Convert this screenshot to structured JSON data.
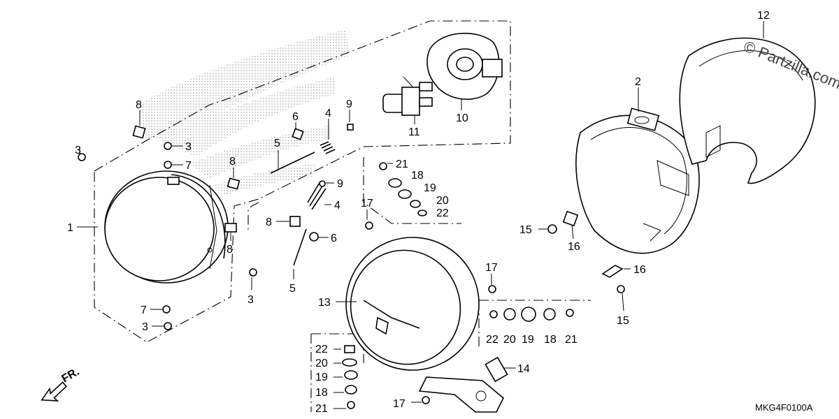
{
  "diagram": {
    "watermark": "© Partzilla.com",
    "diagram_code": "MKG4F0100A",
    "front_label": "FR.",
    "callouts": [
      {
        "id": "c12",
        "text": "12"
      },
      {
        "id": "c2",
        "text": "2"
      },
      {
        "id": "c8a",
        "text": "8"
      },
      {
        "id": "c6a",
        "text": "6"
      },
      {
        "id": "c4a",
        "text": "4"
      },
      {
        "id": "c9a",
        "text": "9"
      },
      {
        "id": "c11",
        "text": "11"
      },
      {
        "id": "c10",
        "text": "10"
      },
      {
        "id": "c3a",
        "text": "3"
      },
      {
        "id": "c3b",
        "text": "3"
      },
      {
        "id": "c7a",
        "text": "7"
      },
      {
        "id": "c5a",
        "text": "5"
      },
      {
        "id": "c8b",
        "text": "8"
      },
      {
        "id": "c1",
        "text": "1"
      },
      {
        "id": "c8c",
        "text": "8"
      },
      {
        "id": "c3c",
        "text": "3"
      },
      {
        "id": "c7b",
        "text": "7"
      },
      {
        "id": "c3d",
        "text": "3"
      },
      {
        "id": "c21a",
        "text": "21"
      },
      {
        "id": "c18a",
        "text": "18"
      },
      {
        "id": "c19a",
        "text": "19"
      },
      {
        "id": "c20a",
        "text": "20"
      },
      {
        "id": "c22a",
        "text": "22"
      },
      {
        "id": "c9b",
        "text": "9"
      },
      {
        "id": "c4b",
        "text": "4"
      },
      {
        "id": "c17a",
        "text": "17"
      },
      {
        "id": "c8d",
        "text": "8"
      },
      {
        "id": "c6b",
        "text": "6"
      },
      {
        "id": "c5b",
        "text": "5"
      },
      {
        "id": "c15a",
        "text": "15"
      },
      {
        "id": "c16a",
        "text": "16"
      },
      {
        "id": "c16b",
        "text": "16"
      },
      {
        "id": "c15b",
        "text": "15"
      },
      {
        "id": "c17b",
        "text": "17"
      },
      {
        "id": "c13",
        "text": "13"
      },
      {
        "id": "c22b",
        "text": "22"
      },
      {
        "id": "c20b",
        "text": "20"
      },
      {
        "id": "c19b",
        "text": "19"
      },
      {
        "id": "c18b",
        "text": "18"
      },
      {
        "id": "c21b",
        "text": "21"
      },
      {
        "id": "c14",
        "text": "14"
      },
      {
        "id": "c22c",
        "text": "22"
      },
      {
        "id": "c20c",
        "text": "20"
      },
      {
        "id": "c19c",
        "text": "19"
      },
      {
        "id": "c18c",
        "text": "18"
      },
      {
        "id": "c21c",
        "text": "21"
      },
      {
        "id": "c17c",
        "text": "17"
      }
    ]
  }
}
